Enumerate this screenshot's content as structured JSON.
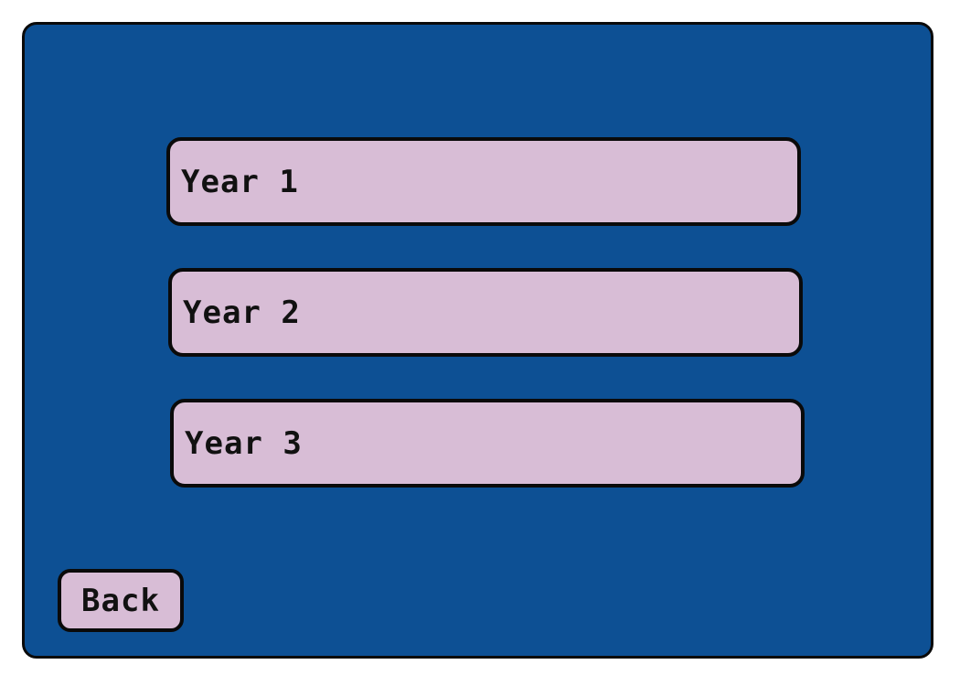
{
  "menu": {
    "items": [
      {
        "label": "Year 1"
      },
      {
        "label": "Year 2"
      },
      {
        "label": "Year 3"
      }
    ],
    "back_label": "Back"
  },
  "colors": {
    "panel_background": "#0d5094",
    "button_background": "#d8bdd6",
    "border": "#0a0a0a",
    "text": "#111111"
  }
}
